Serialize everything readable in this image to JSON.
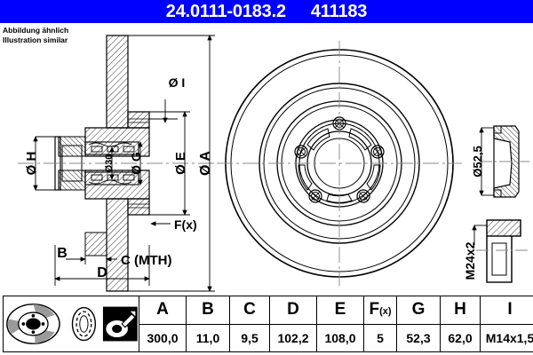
{
  "header": {
    "part_number": "24.0111-0183.2",
    "reference_number": "411183",
    "background_color": "#0000ff",
    "text_color": "#ffffff"
  },
  "note": {
    "line_de": "Abbildung ähnlich",
    "line_en": "Illustration similar"
  },
  "drawing": {
    "title": "Brake disc technical drawing",
    "views": [
      {
        "name": "cross-section-view",
        "label": "Sectional view of brake disc with wheel bearing hub"
      },
      {
        "name": "front-view",
        "label": "Front view of brake disc"
      },
      {
        "name": "cap-view",
        "label": "Sectional view of bearing cap"
      },
      {
        "name": "nut-view",
        "label": "Sectional view of axle nut"
      }
    ],
    "dimension_labels": [
      {
        "name": "diameter-h",
        "text": "Ø H"
      },
      {
        "name": "diameter-30",
        "text": "Ø30"
      },
      {
        "name": "diameter-g",
        "text": "Ø G"
      },
      {
        "name": "diameter-i",
        "text": "Ø I"
      },
      {
        "name": "diameter-e",
        "text": "Ø E"
      },
      {
        "name": "diameter-a",
        "text": "Ø A"
      },
      {
        "name": "dimension-fx",
        "text": "F(x)"
      },
      {
        "name": "dimension-b",
        "text": "B"
      },
      {
        "name": "dimension-c-mth",
        "text": "C (MTH)"
      },
      {
        "name": "dimension-d",
        "text": "D"
      },
      {
        "name": "diameter-52-5",
        "text": "Ø52,5"
      },
      {
        "name": "thread-m24x2",
        "text": "M24x2"
      }
    ]
  },
  "table": {
    "icons": [
      {
        "name": "brake-disc-icon",
        "label": "brake-disc"
      },
      {
        "name": "bearing-ring-icon",
        "label": "wheel-bearing"
      },
      {
        "name": "abs-sensor-ring-icon",
        "label": "abs-sensor-ring"
      }
    ],
    "headers": [
      "A",
      "B",
      "C",
      "D",
      "E",
      "F",
      "G",
      "H",
      "I"
    ],
    "header_f_sub": "(x)",
    "values": [
      "300,0",
      "11,0",
      "9,5",
      "102,2",
      "108,0",
      "5",
      "52,3",
      "62,0",
      "M14x1,5"
    ]
  }
}
